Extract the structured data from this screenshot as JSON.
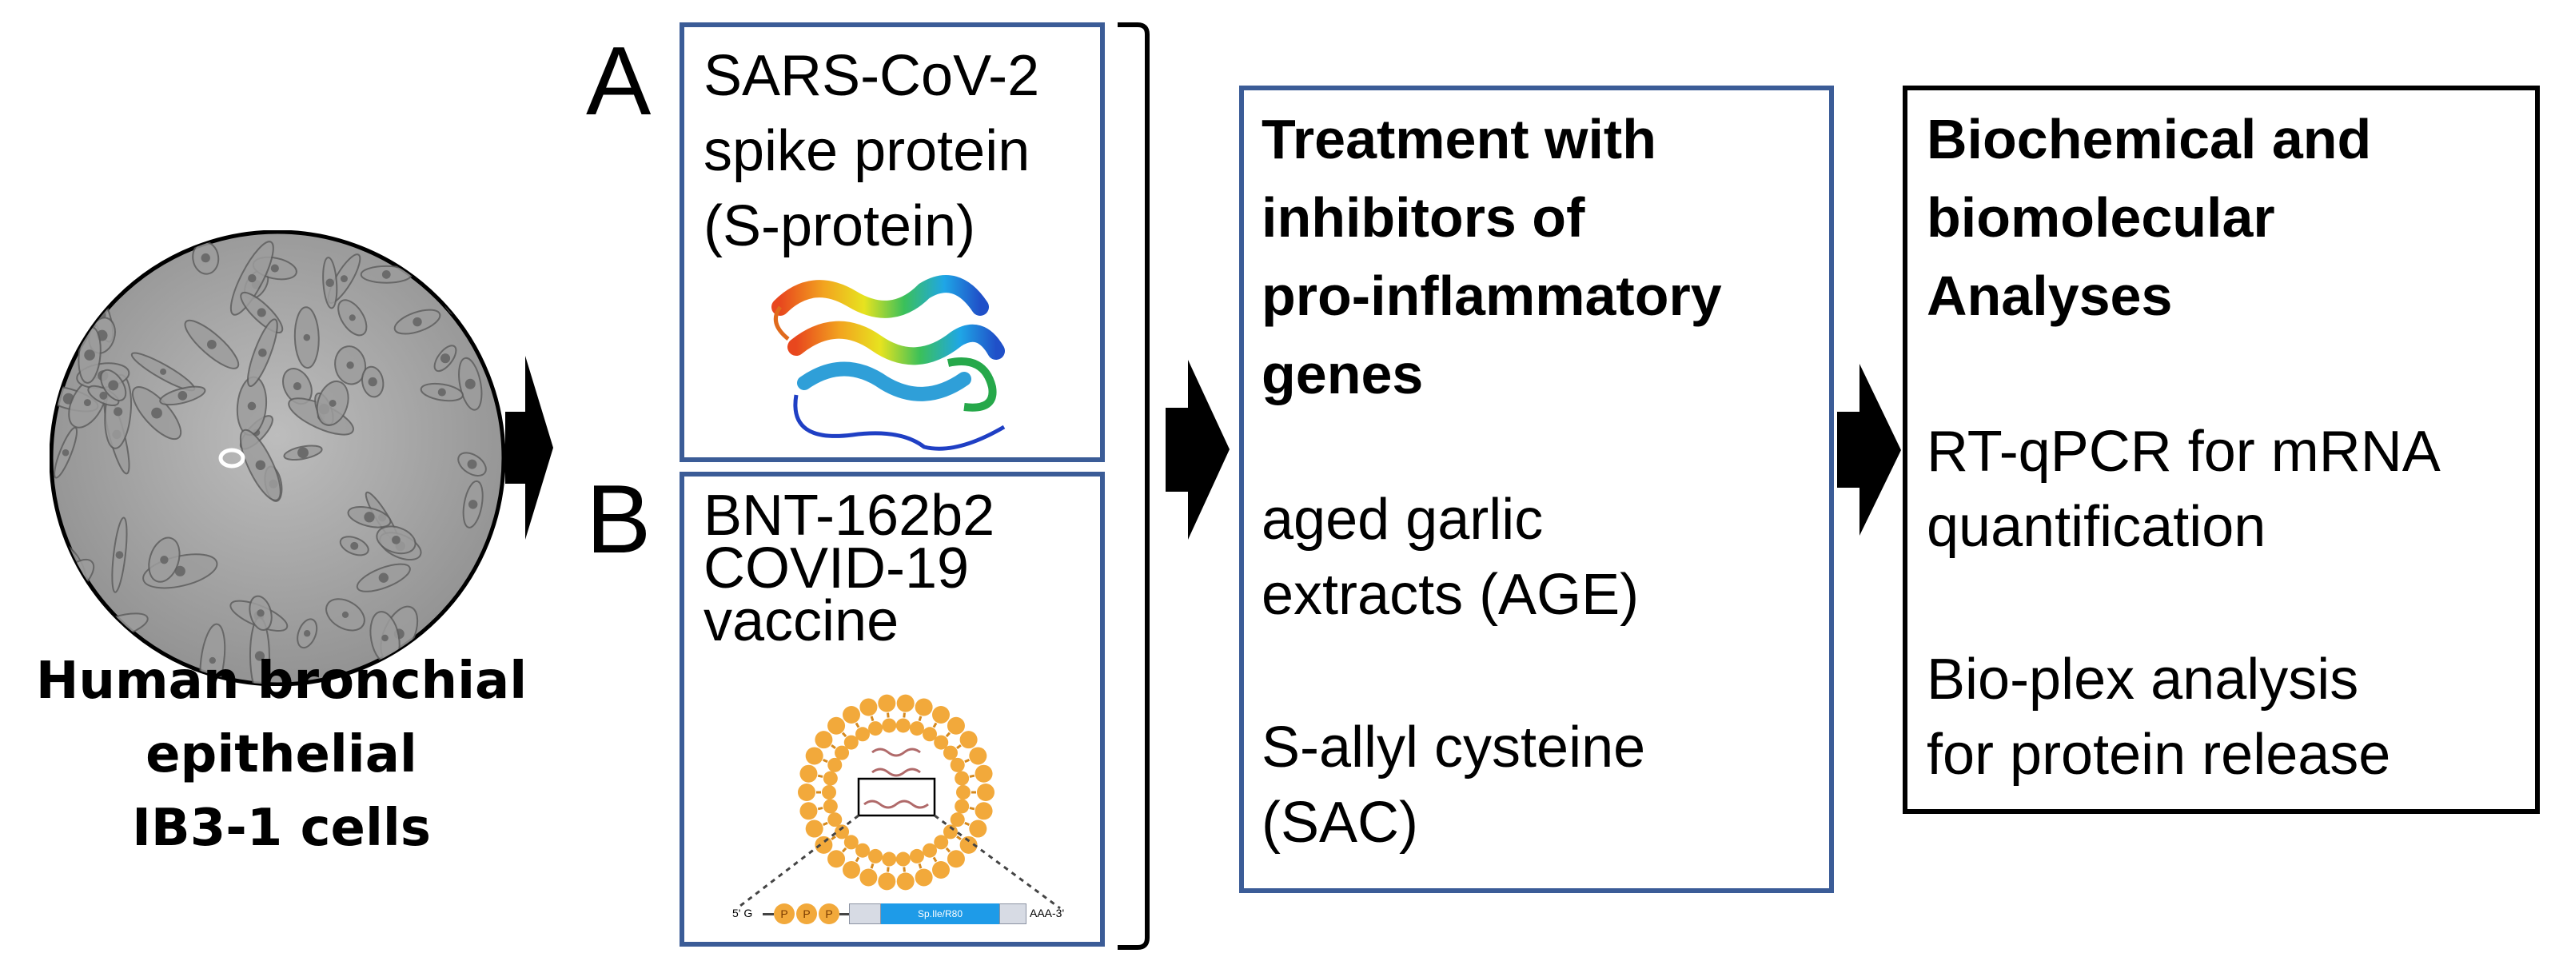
{
  "cells": {
    "label_lines": [
      "Human bronchial",
      "epithelial",
      "IB3-1 cells"
    ]
  },
  "stimuli": {
    "a": {
      "letter": "A",
      "lines": [
        "SARS-CoV-2",
        "spike protein",
        "(S-protein)"
      ],
      "icon": "protein-ribbon-structure"
    },
    "b": {
      "letter": "B",
      "lines": [
        "BNT-162b2",
        "COVID-19",
        "vaccine"
      ],
      "icon": "lipid-nanoparticle-mrna",
      "construct": {
        "five_prime": "5' G",
        "caps": [
          "P",
          "P",
          "P"
        ],
        "gene": "Sp.Ile/R80",
        "three_prime": "AAA-3'"
      }
    }
  },
  "treatment": {
    "title_lines": [
      "Treatment with",
      "inhibitors of",
      "pro-inflammatory",
      "genes"
    ],
    "item1_lines": [
      "aged garlic",
      "extracts (AGE)"
    ],
    "item2_lines": [
      "S-allyl cysteine",
      "(SAC)"
    ]
  },
  "analyses": {
    "title_lines": [
      "Biochemical and",
      "biomolecular",
      "Analyses"
    ],
    "item1_lines": [
      "RT-qPCR for mRNA",
      "quantification"
    ],
    "item2_lines": [
      "Bio-plex  analysis",
      "for protein release"
    ]
  },
  "colors": {
    "box_border_blue": "#3b5c97",
    "nanoparticle_orange": "#f2a93b",
    "gene_blue": "#1e9be8"
  }
}
